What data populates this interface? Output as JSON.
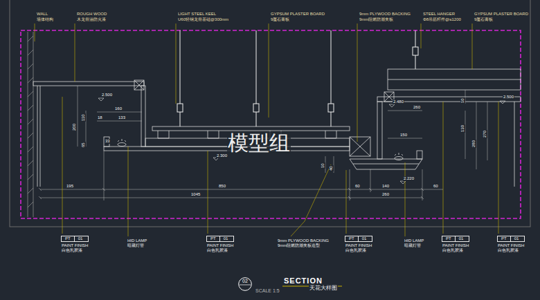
{
  "diagram": {
    "title": "SECTION",
    "nodes": [
      {
        "text": [
          "PT",
          "01"
        ]
      },
      {
        "text": [
          "PT",
          "01"
        ]
      },
      {
        "text": [
          "PT",
          "01"
        ]
      },
      {
        "text": [
          "PT",
          "01"
        ]
      },
      {
        "text": [
          "PT",
          "01"
        ]
      },
      {
        "text": [
          "02"
        ]
      }
    ],
    "labels": [
      "WALL",
      "墙体结构",
      "ROUGH WOOD",
      "木龙骨油防火漆",
      "LIGHT STEEL KEEL",
      "U60轻钢龙骨基础@300mm",
      "GYPSUM PLASTER BOARD",
      "9厘石膏板",
      "9mm PLYWOOD BACKING",
      "9mm阻燃防潮夹板",
      "STEEL HANGER",
      "Φ8吊筋杆件@≤1200",
      "GYPSUM PLASTER BOARD",
      "9厘石膏板",
      "2.500",
      "160",
      "18",
      "133",
      "200",
      "110",
      "65",
      "33",
      "2.300",
      "195",
      "850",
      "1045",
      "10",
      "40",
      "60",
      "140",
      "260",
      "2.220",
      "60",
      "2.480",
      "260",
      "150",
      "10",
      "130",
      "280",
      "270",
      "2.500",
      "PAINT FINISH",
      "白色乳胶漆",
      "HID LAMP",
      "暗藏灯管",
      "PAINT FINISH",
      "白色乳胶漆",
      "9mm PLYWOOD BACKING",
      "9mm阻燃防潮夹板造型",
      "PAINT FINISH",
      "白色乳胶漆",
      "HID LAMP",
      "暗藏灯管",
      "PAINT FINISH",
      "白色乳胶漆",
      "PAINT FINISH",
      "白色乳胶漆",
      "模型组",
      "SCALE 1:5",
      "天花大样图"
    ]
  }
}
